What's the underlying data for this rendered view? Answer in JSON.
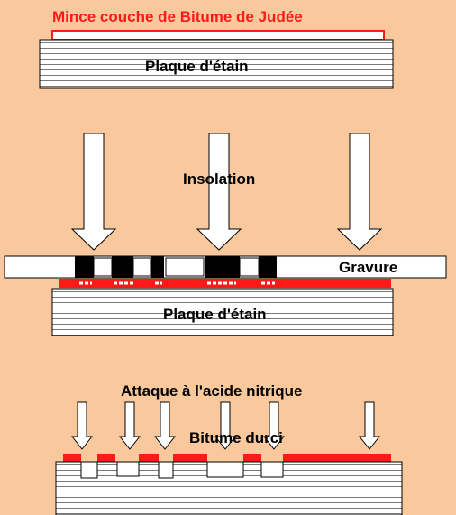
{
  "labels": {
    "thin_layer": "Mince couche de Bitume de Judée",
    "plate_top": "Plaque d'étain",
    "exposure": "Insolation",
    "engraving": "Gravure",
    "plate_middle": "Plaque d'étain",
    "acid_attack": "Attaque à l'acide nitrique",
    "hardened_bitumen": "Bitume durci"
  },
  "colors": {
    "background": "#f9c99d",
    "bitumen_red": "#ff1a1a",
    "plate_white": "#ffffff",
    "line": "#000000"
  }
}
